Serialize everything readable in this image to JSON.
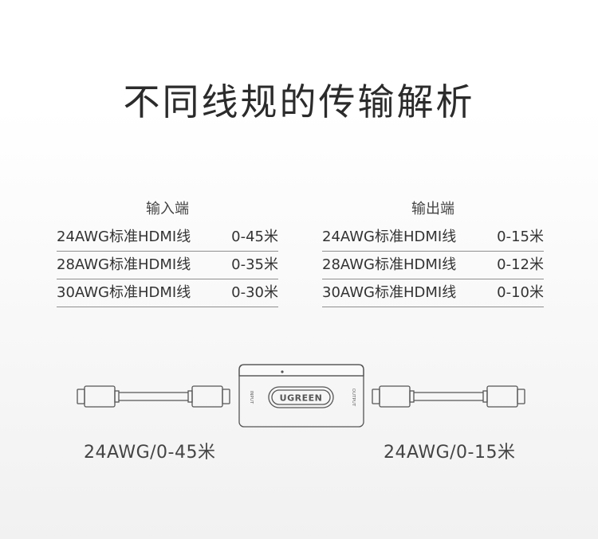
{
  "title": "不同线规的传输解析",
  "input": {
    "header": "输入端",
    "rows": [
      {
        "spec": "24AWG标准HDMI线",
        "range": "0-45米"
      },
      {
        "spec": "28AWG标准HDMI线",
        "range": "0-35米"
      },
      {
        "spec": "30AWG标准HDMI线",
        "range": "0-30米"
      }
    ]
  },
  "output": {
    "header": "输出端",
    "rows": [
      {
        "spec": "24AWG标准HDMI线",
        "range": "0-15米"
      },
      {
        "spec": "28AWG标准HDMI线",
        "range": "0-12米"
      },
      {
        "spec": "30AWG标准HDMI线",
        "range": "0-10米"
      }
    ]
  },
  "device": {
    "brand": "UGREEN",
    "input_label": "INPUT",
    "output_label": "OUTPUT"
  },
  "captions": {
    "left": "24AWG/0-45米",
    "right": "24AWG/0-15米"
  },
  "colors": {
    "line": "#8f8f8f",
    "icon_stroke": "#555555"
  }
}
